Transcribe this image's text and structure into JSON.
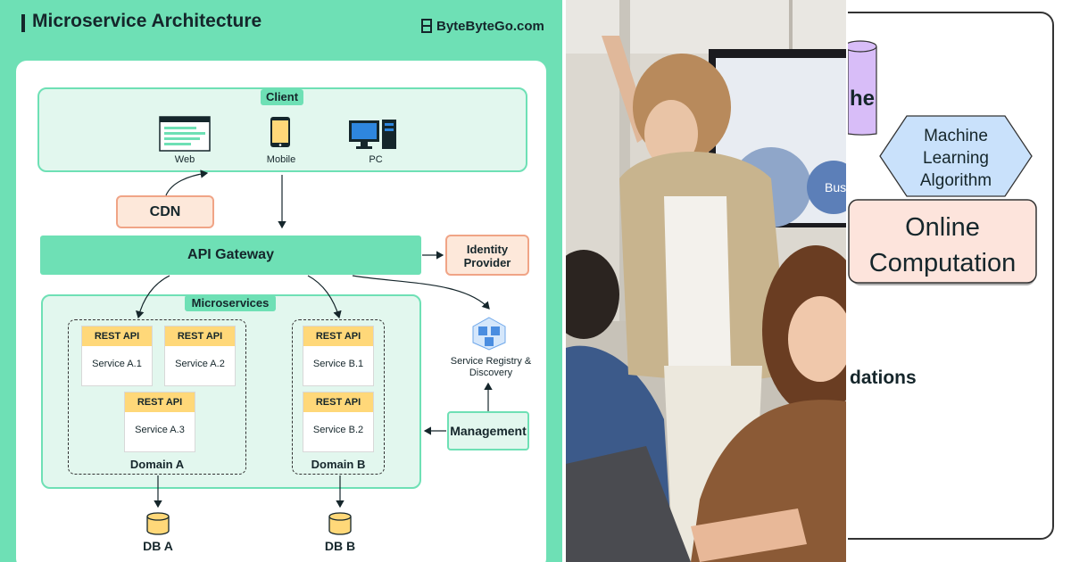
{
  "diagram": {
    "title": "Microservice Architecture",
    "brand": "ByteByteGo.com",
    "client": {
      "label": "Client",
      "devices": [
        {
          "label": "Web",
          "icon": "browser-window-icon"
        },
        {
          "label": "Mobile",
          "icon": "smartphone-icon"
        },
        {
          "label": "PC",
          "icon": "desktop-computer-icon"
        }
      ]
    },
    "cdn": "CDN",
    "api_gateway": "API Gateway",
    "identity_provider": "Identity Provider",
    "microservices_label": "Microservices",
    "domain_a": {
      "label": "Domain A",
      "services": [
        {
          "api": "REST API",
          "name": "Service A.1"
        },
        {
          "api": "REST API",
          "name": "Service A.2"
        },
        {
          "api": "REST API",
          "name": "Service A.3"
        }
      ]
    },
    "domain_b": {
      "label": "Domain B",
      "services": [
        {
          "api": "REST API",
          "name": "Service B.1"
        },
        {
          "api": "REST API",
          "name": "Service B.2"
        }
      ]
    },
    "service_registry": "Service Registry & Discovery",
    "management": "Management",
    "db_a": "DB A",
    "db_b": "DB B"
  },
  "right_panel": {
    "cut_label_top": "he",
    "ml_algorithm": "Machine Learning Algorithm",
    "online_computation": "Online Computation",
    "cut_label_bottom": "dations"
  },
  "photo": {
    "screen_text": "Busi"
  },
  "colors": {
    "mint": "#6ee0b5",
    "mint_light": "#e2f7ee",
    "rest_api_yellow": "#ffd879",
    "peach": "#fde8da",
    "peach_border": "#f0a486",
    "hexagon_blue": "#c9e1fb",
    "online_box": "#fde4dc",
    "cylinder_purple": "#d8bdf8"
  }
}
